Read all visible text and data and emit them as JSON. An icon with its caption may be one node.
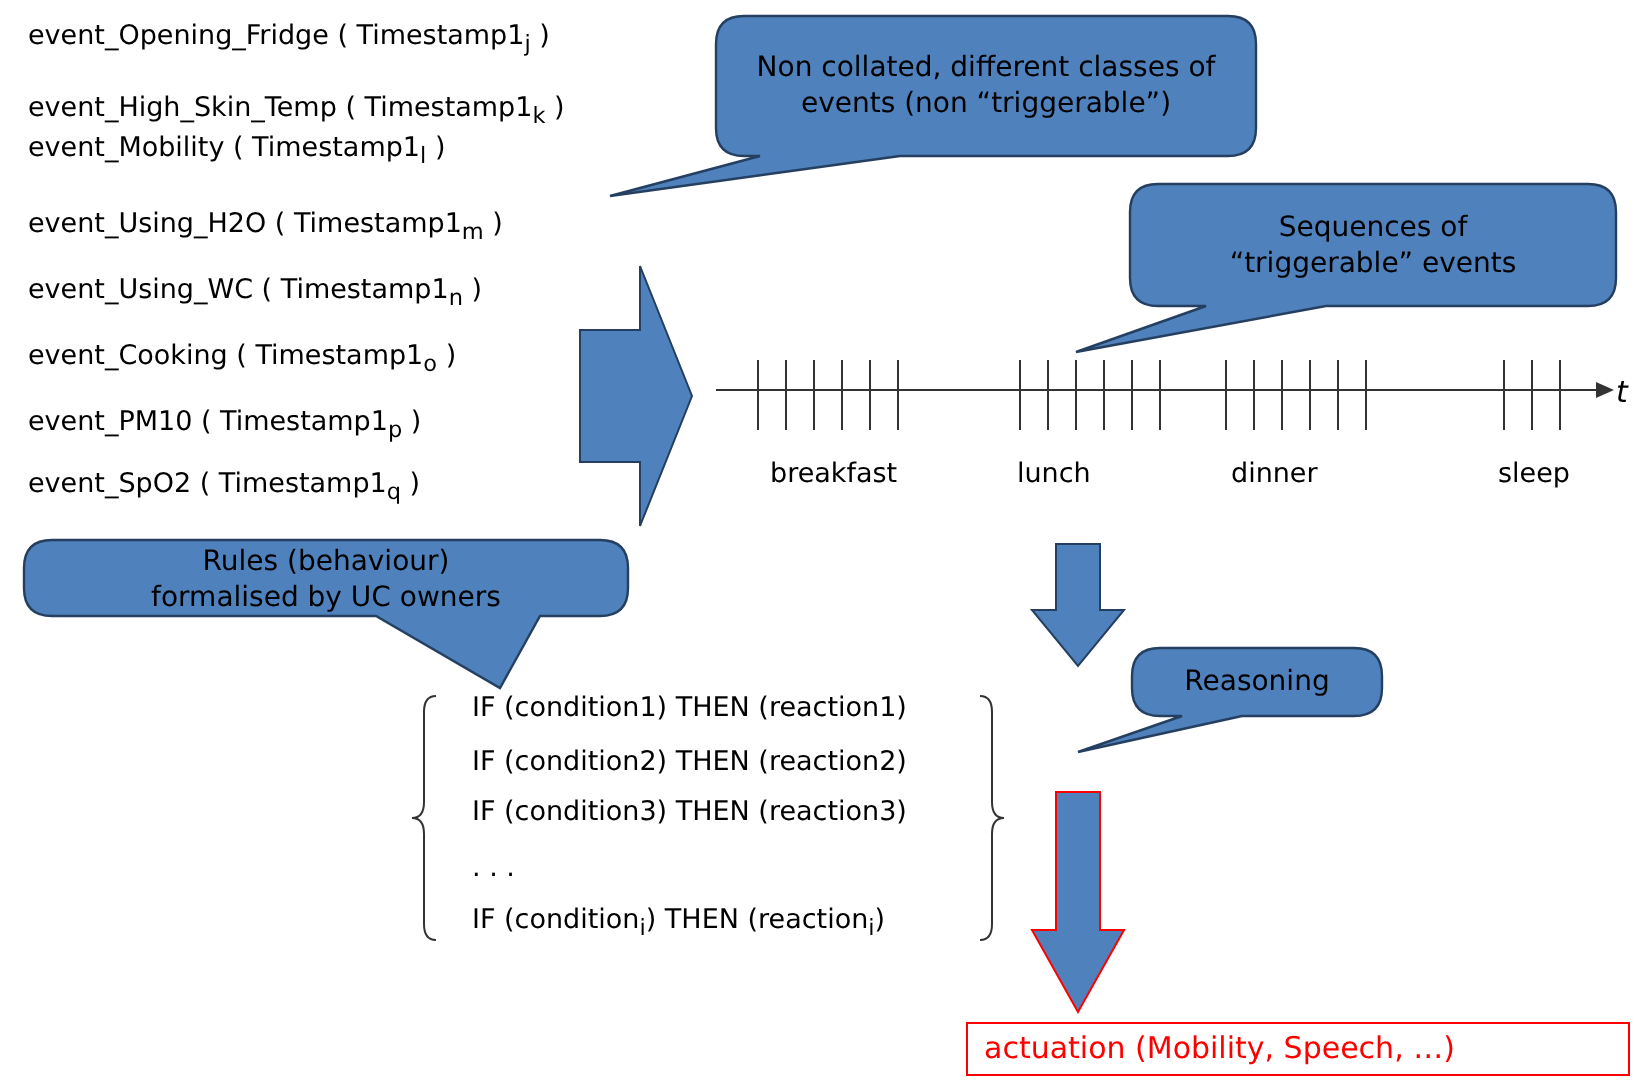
{
  "diagram": {
    "nodes": [
      {
        "text": [
          "event_Opening_Fridge ( Timestamp1$_{j}$ )",
          "event_High_Skin_Temp ( Timestamp1$_{k}$ )",
          "event_Mobility ( Timestamp1$_{l}$ )",
          "event_Using_H2O ( Timestamp1$_{m}$ )",
          "event_Using_WC ( Timestamp1$_{n}$ )",
          "event_Cooking ( Timestamp1$_{o}$ )",
          "event_PM10 ( Timestamp1$_{p}$ )",
          "event_SpO2 ( Timestamp1$_{q}$ )"
        ]
      },
      {
        "text": [
          "Non collated, different classes of events (non “triggerable”)"
        ]
      },
      {
        "text": [
          "breakfast",
          "lunch",
          "dinner",
          "sleep"
        ],
        "beside": [
          "t"
        ]
      },
      {
        "text": [
          "Sequences of “triggerable” events"
        ]
      },
      {
        "text": [
          "Rules (behaviour) formalised by UC owners"
        ]
      },
      {
        "text": [
          "IF (condition1) THEN (reaction1)",
          "IF (condition2) THEN (reaction2)",
          "IF (condition3) THEN (reaction3)",
          ". . .",
          "IF (condition$_{i}$) THEN (reaction$_{i}$)"
        ]
      },
      {
        "text": [
          "Reasoning"
        ]
      },
      {
        "text": [
          "actuation (Mobility, Speech, …)"
        ]
      }
    ],
    "edges": [
      {
        "from": 0,
        "to": 2,
        "arrow": "to"
      },
      {
        "from": 2,
        "to": 5,
        "arrow": "to"
      },
      {
        "from": 5,
        "to": 7,
        "arrow": "to",
        "color": "#ff0000"
      }
    ]
  }
}
